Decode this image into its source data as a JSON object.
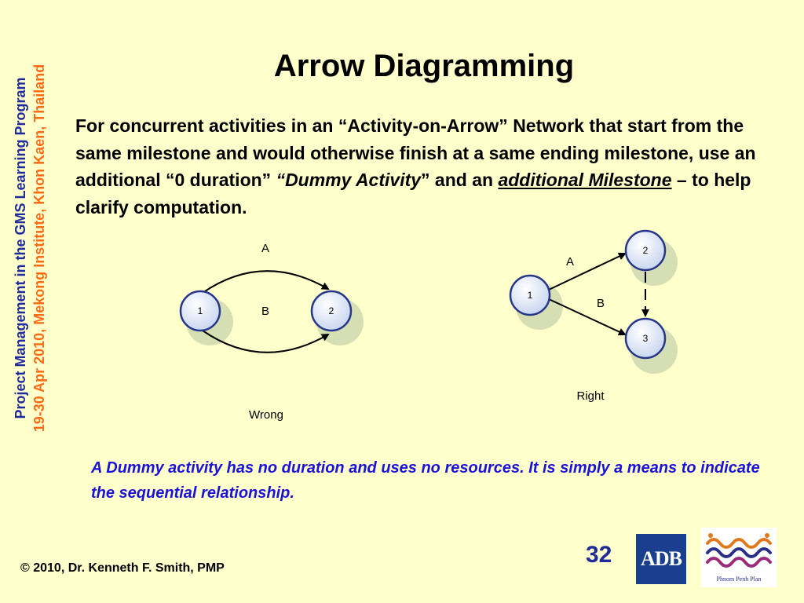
{
  "sidebar": {
    "line1": "Project Management in the GMS Learning Program",
    "line2": "19-30 Apr 2010, Mekong Institute, Khon Kaen, Thailand"
  },
  "slide": {
    "title": "Arrow Diagramming",
    "body": {
      "part1": "For concurrent activities in an “Activity-on-Arrow” Network that start from the same milestone and would otherwise finish at a same ending milestone, use an additional “0 duration” ",
      "dummy": "“Dummy Activity",
      "dummy_quote": "”",
      "part2": " and an ",
      "milestone": "additional Milestone",
      "part3": " – to help clarify computation."
    },
    "note": "A Dummy activity has no duration and uses no resources. It is simply a means to indicate the sequential relationship."
  },
  "wrong_diagram": {
    "caption": "Wrong",
    "node1": "1",
    "node2": "2",
    "arrow_a": "A",
    "arrow_b": "B"
  },
  "right_diagram": {
    "caption": "Right",
    "node1": "1",
    "node2": "2",
    "node3": "3",
    "arrow_a": "A",
    "arrow_b": "B"
  },
  "footer": {
    "copyright": "© 2010, Dr. Kenneth F. Smith, PMP",
    "page_number": "32"
  },
  "logos": {
    "adb": "ADB",
    "ppp": "Phnom Penh Plan"
  },
  "colors": {
    "background": "#ffffcc",
    "sidebar_blue": "#1f2a9c",
    "sidebar_orange": "#ff6a13",
    "note_blue": "#1a12d9",
    "node_fill": "#dfe8f7",
    "node_shadow": "#d8e2b8"
  }
}
